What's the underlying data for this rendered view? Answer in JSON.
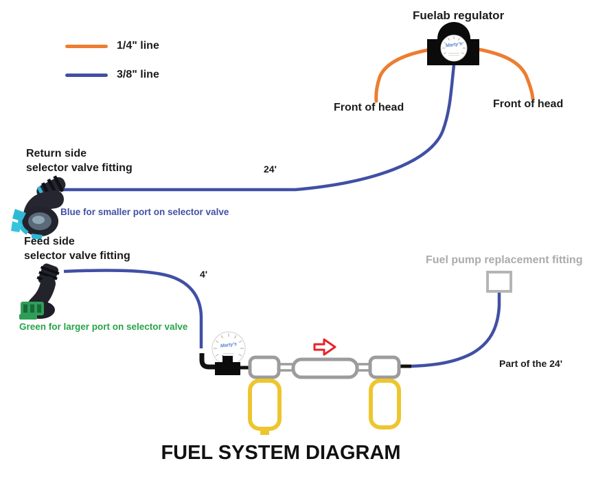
{
  "diagram_title": "FUEL SYSTEM DIAGRAM",
  "colors": {
    "quarter_inch_line": "#ED7D31",
    "three_eighths_line": "#4150A4",
    "yellow_highlight": "#EDC62F",
    "gray_component": "#9C9C9C",
    "red_arrow": "#E62329",
    "green_note": "#27A349",
    "blue_note": "#4150A4",
    "gray_label": "#ABABAB"
  },
  "legend": {
    "items": [
      {
        "label": "1/4\" line"
      },
      {
        "label": "3/8\" line"
      }
    ]
  },
  "regulator": {
    "label": "Fuelab regulator",
    "gauge_watermark": "Marty's"
  },
  "heads": {
    "left_label": "Front of head",
    "right_label": "Front of head"
  },
  "return_side": {
    "title_line1": "Return side",
    "title_line2": "selector valve fitting",
    "note": "Blue for smaller port on selector valve",
    "hose_length": "24'"
  },
  "feed_side": {
    "title_line1": "Feed side",
    "title_line2": "selector valve fitting",
    "note": "Green for larger port on selector valve",
    "hose_length": "4'"
  },
  "pump_assembly": {
    "replacement_fitting_label": "Fuel pump replacement fitting",
    "hose_note": "Part of the 24'",
    "gauge_watermark": "Marty's"
  }
}
